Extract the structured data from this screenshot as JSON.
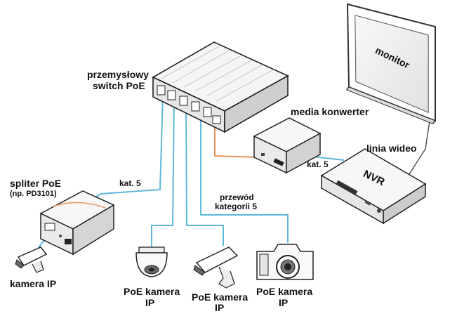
{
  "labels": {
    "switch_line1": "przemysłowy",
    "switch_line2": "switch PoE",
    "media_converter": "media konwerter",
    "monitor": "monitor",
    "video_line": "linia wideo",
    "nvr": "NVR",
    "kat5_right": "kat. 5",
    "kat5_left": "kat. 5",
    "splitter_line1": "spliter PoE",
    "splitter_line2": "(np. PD3101)",
    "cable_line1": "przewód",
    "cable_line2": "kategorii 5",
    "camera_ip": "kamera IP",
    "poe_cam1_line1": "PoE kamera",
    "poe_cam1_line2": "IP",
    "poe_cam2_line1": "PoE kamera",
    "poe_cam2_line2": "IP",
    "poe_cam3_line1": "PoE kamera",
    "poe_cam3_line2": "IP"
  },
  "colors": {
    "ethernet_cable": "#5fb8d8",
    "fiber_cable": "#e8935a",
    "outline": "#333333",
    "device_fill": "#ffffff"
  }
}
